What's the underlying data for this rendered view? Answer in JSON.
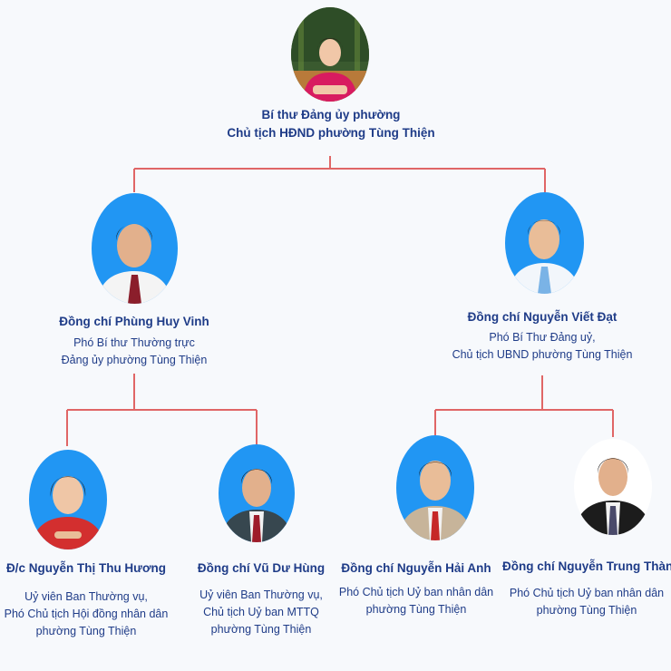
{
  "colors": {
    "text": "#1f3c88",
    "connector": "#e06666",
    "photo_bg": "#2196f3",
    "background": "#f7f9fc"
  },
  "leader": {
    "title_line1": "Bí thư Đảng ủy phường",
    "title_line2": "Chủ tịch HĐND phường Tùng Thiện"
  },
  "deputy_left": {
    "name": "Đồng chí  Phùng Huy Vinh",
    "role_line1": "Phó Bí thư Thường trực",
    "role_line2": "Đảng ủy phường Tùng Thiện"
  },
  "deputy_right": {
    "name": "Đồng chí Nguyễn Viết Đạt",
    "role_line1": "Phó Bí Thư  Đảng uỷ,",
    "role_line2": "Chủ tịch UBND phường Tùng Thiện"
  },
  "members": [
    {
      "name": "Đ/c Nguyễn Thị Thu Hương",
      "role_line1": "Uỷ viên Ban Thường vụ,",
      "role_line2": "Phó Chủ tịch Hội đồng nhân dân",
      "role_line3": "phường Tùng Thiện"
    },
    {
      "name": "Đồng chí Vũ Dư Hùng",
      "role_line1": "Uỷ viên Ban Thường vụ,",
      "role_line2": "Chủ tịch Uỷ ban MTTQ",
      "role_line3": "phường Tùng Thiện"
    },
    {
      "name": "Đồng chí  Nguyễn Hải Anh",
      "role_line1": "Phó Chủ tịch Uỷ ban nhân dân",
      "role_line2": "phường Tùng Thiện"
    },
    {
      "name": "Đồng chí  Nguyễn Trung Thành",
      "role_line1": "Phó Chủ tịch Uỷ ban nhân dân",
      "role_line2": "phường Tùng Thiện"
    }
  ]
}
